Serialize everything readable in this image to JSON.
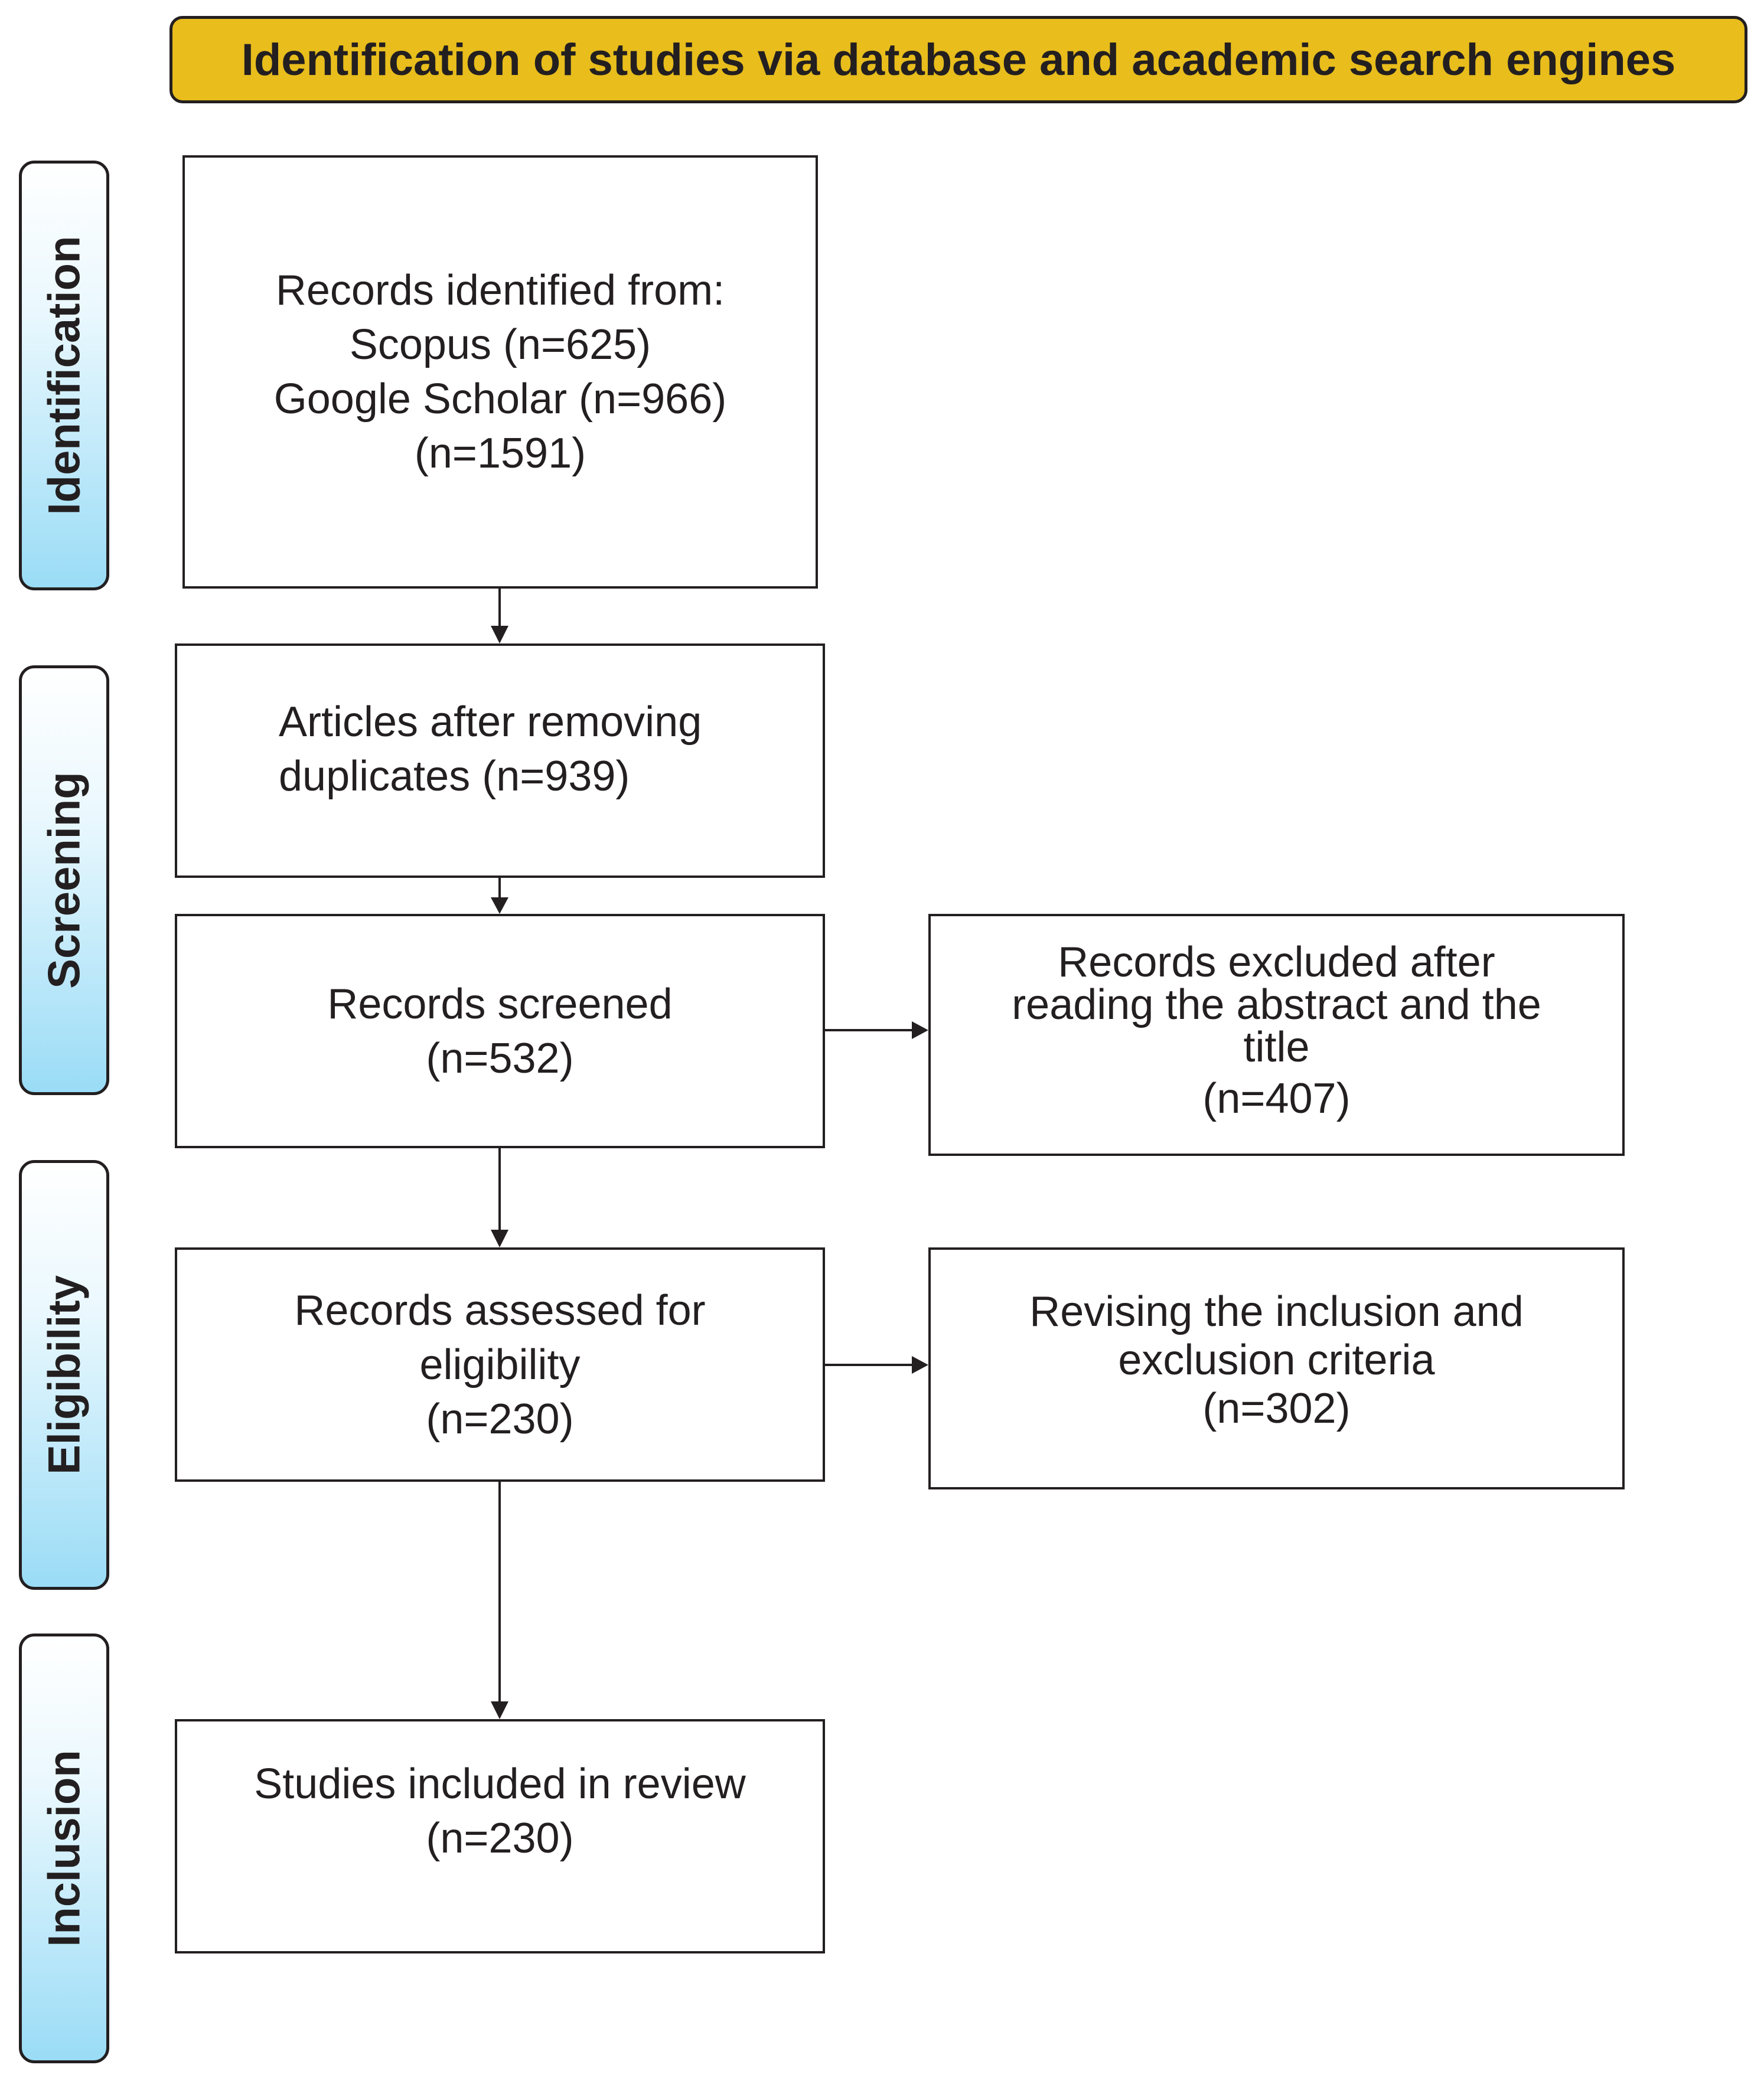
{
  "header": {
    "title": "Identification of studies via database and academic search engines"
  },
  "stages": {
    "identification": "Identification",
    "screening": "Screening",
    "eligibility": "Eligibility",
    "inclusion": "Inclusion"
  },
  "boxes": {
    "records_identified": [
      "Records identified from:",
      "Scopus (n=625)",
      "Google Scholar (n=966)",
      "(n=1591)"
    ],
    "after_duplicates": [
      "Articles after removing",
      "duplicates (n=939)"
    ],
    "records_screened": [
      "Records screened",
      "(n=532)"
    ],
    "records_excluded": [
      "Records excluded after",
      "reading the abstract and the",
      "title",
      "(n=407)"
    ],
    "assessed_eligibility": [
      "Records assessed for",
      "eligibility",
      "(n=230)"
    ],
    "revising_criteria": [
      "Revising the inclusion and",
      "exclusion criteria",
      "(n=302)"
    ],
    "studies_included": [
      "Studies included in review",
      "(n=230)"
    ]
  }
}
